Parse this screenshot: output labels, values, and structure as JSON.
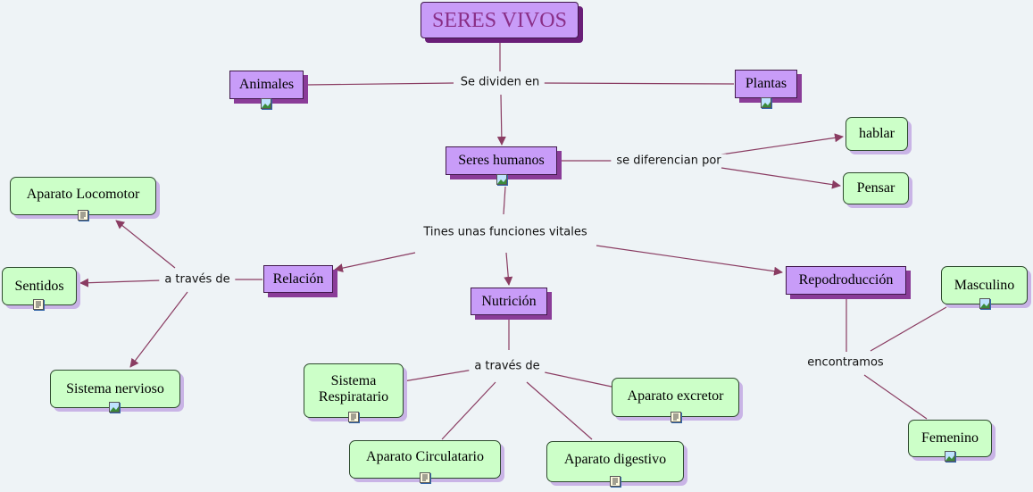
{
  "concepts": {
    "title": "SERES VIVOS",
    "animales": "Animales",
    "plantas": "Plantas",
    "seres_humanos": "Seres humanos",
    "hablar": "hablar",
    "pensar": "Pensar",
    "aparato_locomotor": "Aparato Locomotor",
    "sentidos": "Sentidos",
    "sistema_nervioso": "Sistema nervioso",
    "relacion": "Relación",
    "nutricion": "Nutrición",
    "reproduccion": "Repodroducción",
    "masculino": "Masculino",
    "femenino": "Femenino",
    "sistema_respiratario_1": "Sistema",
    "sistema_respiratario_2": "Respiratario",
    "aparato_excretor": "Aparato excretor",
    "aparato_circulatorio": "Aparato Circulatario",
    "aparato_digestivo": "Aparato digestivo"
  },
  "linking_phrases": {
    "se_dividen_en": "Se dividen en",
    "se_diferencian_por": "se diferencian por",
    "funciones_vitales": "Tines unas funciones vitales",
    "a_traves_de_relacion": "a través de",
    "a_traves_de_nutricion": "a través de",
    "encontramos": "encontramos"
  },
  "colors": {
    "concept_purple": "#c89cf8",
    "concept_green": "#ccffc8",
    "link_line": "#8a3c62",
    "background": "#eef3f6"
  }
}
